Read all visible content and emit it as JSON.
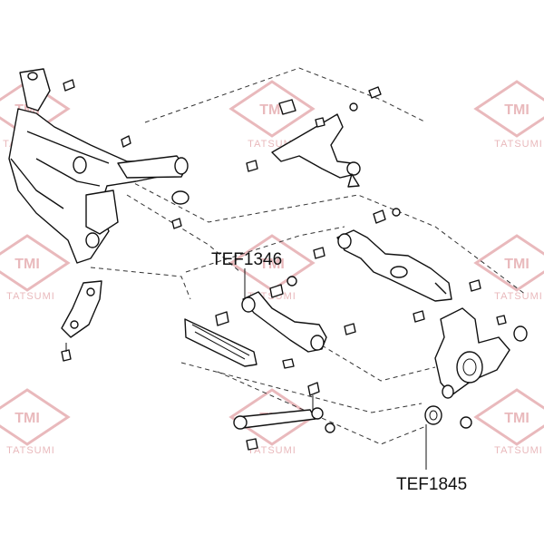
{
  "watermark": {
    "brand": "TMI",
    "name": "TATSUMI",
    "color": "#e9b9bc"
  },
  "callouts": [
    {
      "id": "tef1346",
      "label": "TEF1346"
    },
    {
      "id": "tef1845",
      "label": "TEF1845"
    }
  ],
  "diagram": {
    "line_color": "#111111",
    "style": "exploded rear suspension parts diagram"
  }
}
